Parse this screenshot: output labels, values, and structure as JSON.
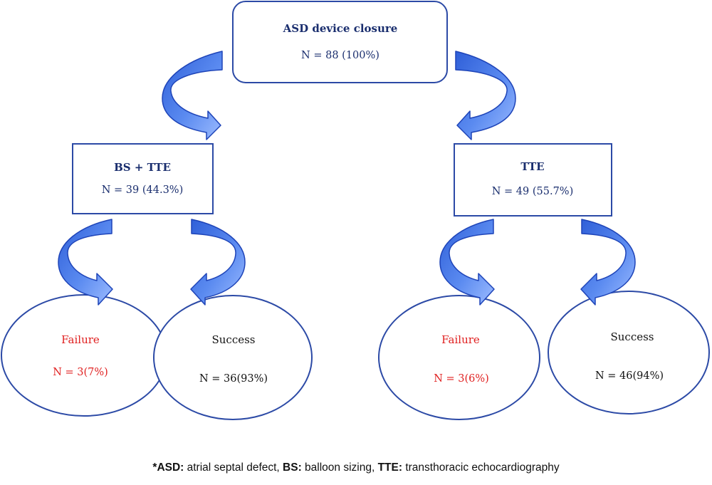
{
  "colors": {
    "box_stroke": "#2c4aa6",
    "text_dark": "#1a2e6e",
    "text_black": "#111111",
    "failure": "#e02020",
    "arrow_fill": "#3d6fe6",
    "arrow_light": "#8fb1ff",
    "arrow_stroke": "#1e44b8"
  },
  "nodes": {
    "root": {
      "title": "ASD device closure",
      "count": "N = 88 (100%)"
    },
    "bs_tte": {
      "title": "BS + TTE",
      "count": "N = 39 (44.3%)"
    },
    "tte": {
      "title": "TTE",
      "count": "N = 49 (55.7%)"
    },
    "bs_failure": {
      "title": "Failure",
      "count": "N = 3(7%)"
    },
    "bs_success": {
      "title": "Success",
      "count": "N = 36(93%)"
    },
    "tte_failure": {
      "title": "Failure",
      "count": "N = 3(6%)"
    },
    "tte_success": {
      "title": "Success",
      "count": "N = 46(94%)"
    }
  },
  "footnote": {
    "star": "*",
    "asd_term": "ASD:",
    "asd_def": " atrial septal defect, ",
    "bs_term": "BS:",
    "bs_def": " balloon sizing, ",
    "tte_term": "TTE:",
    "tte_def": " transthoracic echocardiography"
  }
}
